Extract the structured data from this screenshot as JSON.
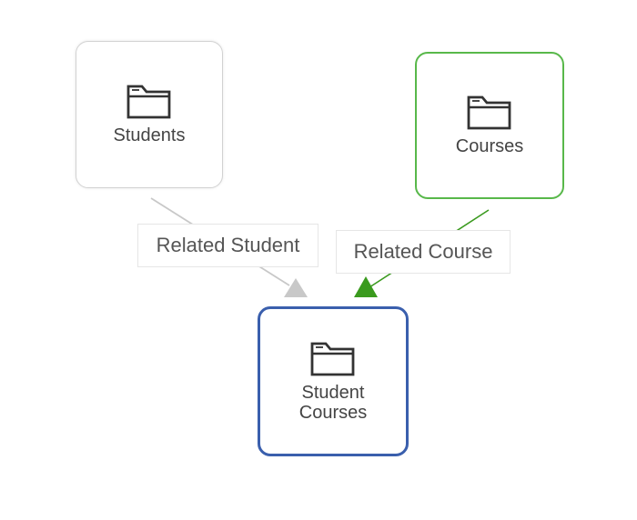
{
  "nodes": {
    "students": {
      "label": "Students"
    },
    "courses": {
      "label": "Courses"
    },
    "student_courses": {
      "label": "Student\nCourses"
    }
  },
  "edges": {
    "related_student": {
      "label": "Related Student",
      "color": "#c8c8c8"
    },
    "related_course": {
      "label": "Related Course",
      "color": "#3a9a1e"
    }
  },
  "icons": {
    "node_icon": "folder-icon"
  },
  "colors": {
    "selected_border": "#3a5fad",
    "highlight_border": "#58b84a",
    "default_border": "#d2d2d2",
    "icon_stroke": "#333333"
  }
}
